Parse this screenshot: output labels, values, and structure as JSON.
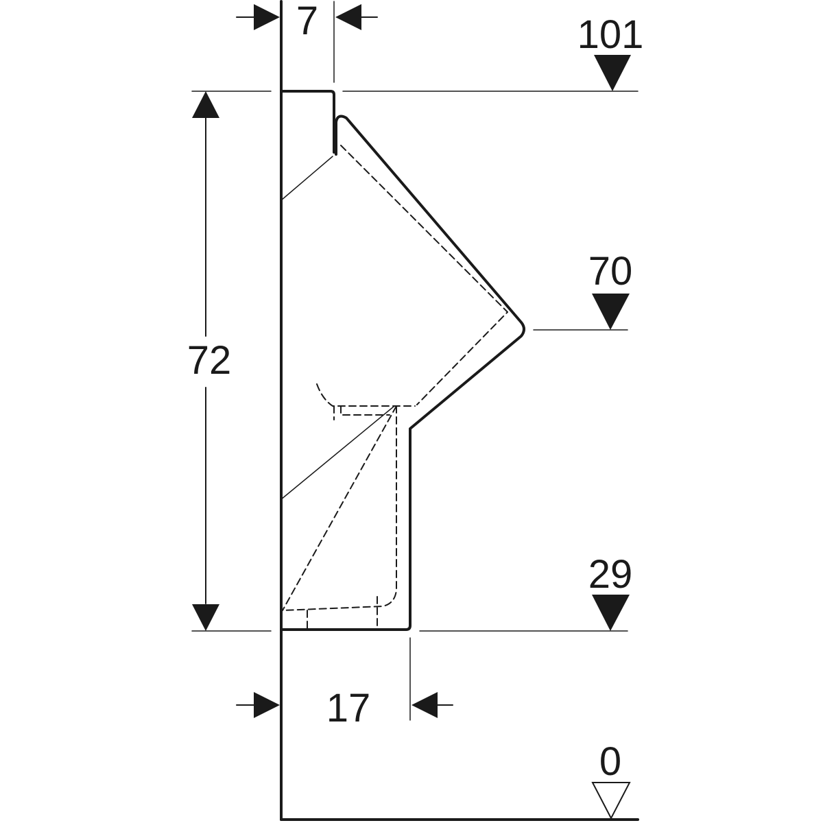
{
  "dimensions": {
    "wall_offset": "7",
    "height": "72",
    "depth": "17"
  },
  "levels": {
    "top": "101",
    "middle": "70",
    "bottom": "29",
    "floor": "0"
  },
  "colors": {
    "line": "#1a1a1a",
    "background": "#ffffff"
  }
}
